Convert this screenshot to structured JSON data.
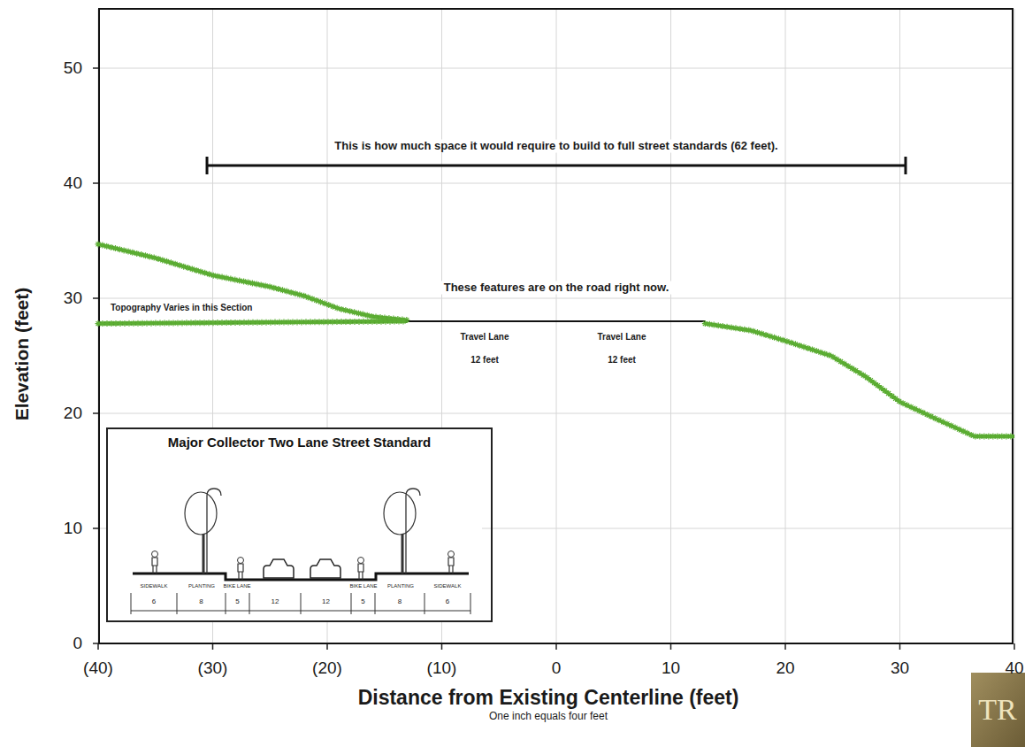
{
  "diagram": {
    "nodes": [
      {
        "text": [
          "Major Collector Two Lane Street Standard"
        ]
      }
    ],
    "edges": [],
    "labels": [
      "50",
      "40",
      "30",
      "20",
      "10",
      "0",
      "(40)",
      "(30)",
      "(20)",
      "(10)",
      "0",
      "10",
      "20",
      "30",
      "40",
      "Elevation (feet)",
      "Distance from Existing Centerline (feet)",
      "One inch equals four feet",
      "This is how much space it would require to build to full street standards (62 feet).",
      "These features are on the road right now.",
      "Topography Varies in this Section",
      "Travel Lane",
      "12 feet",
      "Travel Lane",
      "12 feet",
      "SIDEWALK",
      "PLANTING",
      "BIKE LANE",
      "BIKE LANE",
      "PLANTING",
      "SIDEWALK",
      "6",
      "8",
      "5",
      "12",
      "12",
      "5",
      "8",
      "6",
      "TR"
    ]
  }
}
